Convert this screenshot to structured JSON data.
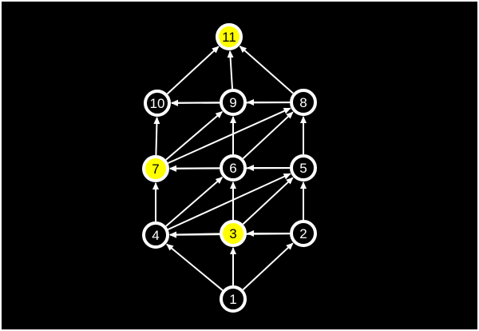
{
  "diagram": {
    "colors": {
      "background": "#000000",
      "node_fill": "#000000",
      "node_stroke": "#ffffff",
      "highlight_fill": "#ffff00",
      "highlight_text": "#000000",
      "node_text": "#ffffff",
      "edge": "#ffffff"
    },
    "nodes": [
      {
        "id": "1",
        "label": "1",
        "highlight": false
      },
      {
        "id": "2",
        "label": "2",
        "highlight": false
      },
      {
        "id": "3",
        "label": "3",
        "highlight": true
      },
      {
        "id": "4",
        "label": "4",
        "highlight": false
      },
      {
        "id": "5",
        "label": "5",
        "highlight": false
      },
      {
        "id": "6",
        "label": "6",
        "highlight": false
      },
      {
        "id": "7",
        "label": "7",
        "highlight": true
      },
      {
        "id": "8",
        "label": "8",
        "highlight": false
      },
      {
        "id": "9",
        "label": "9",
        "highlight": false
      },
      {
        "id": "10",
        "label": "10",
        "highlight": false
      },
      {
        "id": "11",
        "label": "11",
        "highlight": true
      }
    ],
    "edges": [
      [
        "1",
        "2"
      ],
      [
        "1",
        "3"
      ],
      [
        "1",
        "4"
      ],
      [
        "2",
        "3"
      ],
      [
        "2",
        "4"
      ],
      [
        "2",
        "5"
      ],
      [
        "3",
        "4"
      ],
      [
        "3",
        "5"
      ],
      [
        "3",
        "6"
      ],
      [
        "4",
        "5"
      ],
      [
        "4",
        "6"
      ],
      [
        "4",
        "7"
      ],
      [
        "5",
        "6"
      ],
      [
        "5",
        "7"
      ],
      [
        "5",
        "8"
      ],
      [
        "6",
        "7"
      ],
      [
        "6",
        "8"
      ],
      [
        "6",
        "9"
      ],
      [
        "7",
        "8"
      ],
      [
        "7",
        "9"
      ],
      [
        "7",
        "10"
      ],
      [
        "8",
        "9"
      ],
      [
        "8",
        "10"
      ],
      [
        "8",
        "11"
      ],
      [
        "9",
        "10"
      ],
      [
        "9",
        "11"
      ],
      [
        "10",
        "11"
      ]
    ]
  }
}
